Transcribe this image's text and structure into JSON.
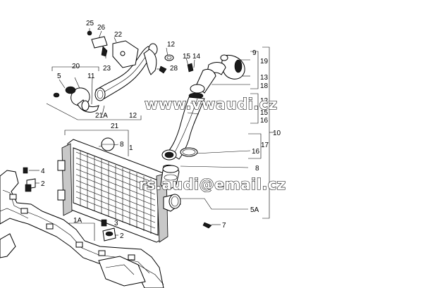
{
  "watermark": {
    "site": "www.vwaudi.cz",
    "email": "rs.audi@email.cz"
  },
  "callouts": [
    "25",
    "26",
    "22",
    "12",
    "15",
    "14",
    "9",
    "19",
    "23",
    "28",
    "20",
    "5",
    "11",
    "13",
    "18",
    "12",
    "15",
    "16",
    "10",
    "21A",
    "12",
    "21",
    "1",
    "8",
    "17",
    "16",
    "8",
    "4",
    "2",
    "1A",
    "3",
    "2",
    "5A",
    "7"
  ]
}
